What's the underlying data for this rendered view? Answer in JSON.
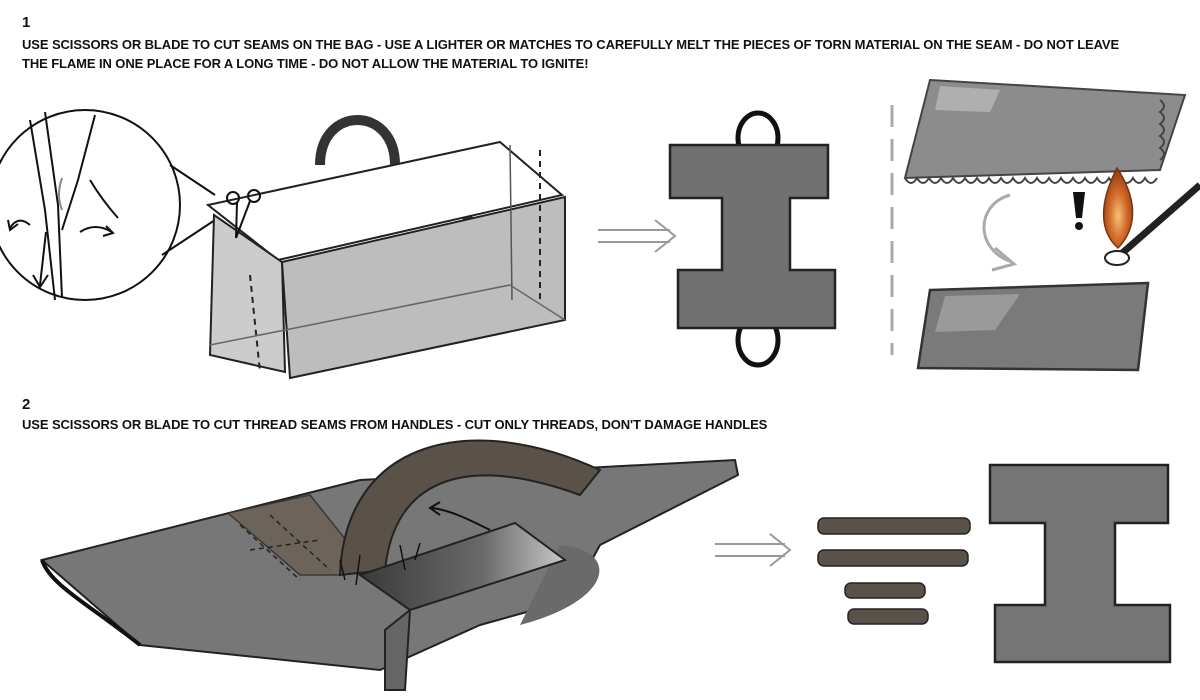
{
  "steps": [
    {
      "number": "1",
      "text": "USE SCISSORS OR BLADE TO CUT SEAMS ON THE BAG - USE A LIGHTER OR MATCHES TO CAREFULLY MELT THE PIECES OF TORN MATERIAL ON THE SEAM - DO NOT LEAVE\nTHE FLAME IN ONE PLACE FOR A LONG TIME - DO NOT ALLOW THE MATERIAL TO IGNITE!"
    },
    {
      "number": "2",
      "text": "USE SCISSORS OR BLADE TO CUT THREAD SEAMS FROM HANDLES - CUT ONLY THREADS, DON'T DAMAGE HANDLES"
    }
  ],
  "icons": {
    "arrow": "double-line-right-arrow-icon",
    "tool": "scissors-icon",
    "warning": "exclamation-icon",
    "flame": "flame-icon"
  },
  "colors": {
    "material": "#6e6e6e",
    "material_light": "#8a8a8a",
    "handle_strip": "#5a5248",
    "flame": "#d46a2a",
    "ink": "#111111"
  }
}
